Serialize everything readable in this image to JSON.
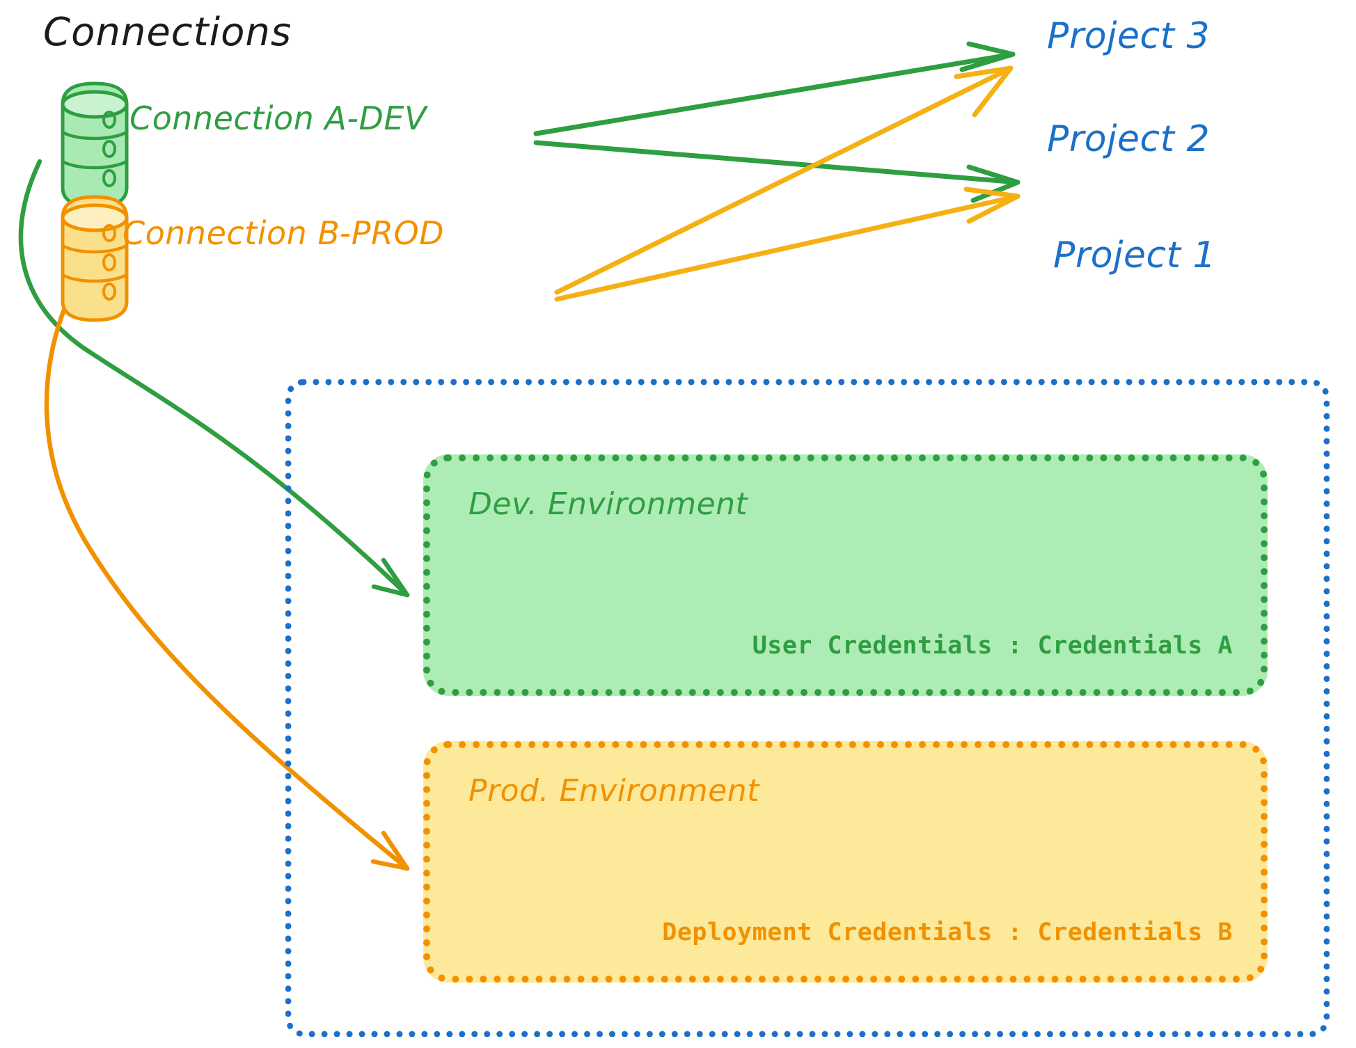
{
  "title": "Connections",
  "connections": [
    {
      "id": "connection-a-dev",
      "label": "Connection A-DEV",
      "color": "#2f9e41",
      "icon": "database-cylinder-icon",
      "fill": "#aeecb6"
    },
    {
      "id": "connection-b-prod",
      "label": "Connection B-PROD",
      "color": "#f29100",
      "icon": "database-cylinder-icon",
      "fill": "#fce99a"
    }
  ],
  "projects": [
    {
      "id": "project-3",
      "label": "Project 3",
      "color": "#1c70c8"
    },
    {
      "id": "project-2",
      "label": "Project 2",
      "color": "#1c70c8"
    },
    {
      "id": "project-1",
      "label": "Project 1",
      "color": "#1c70c8"
    }
  ],
  "project1_container": {
    "border_color": "#1c70c8",
    "border_style": "dotted"
  },
  "environments": [
    {
      "id": "dev-environment",
      "title": "Dev. Environment",
      "credentials_label": "User Credentials",
      "credentials_separator": ":",
      "credentials_value": "Credentials A",
      "credentials_line": "User Credentials : Credentials A",
      "fill": "#aeecb6",
      "border_color": "#2f9e41",
      "border_style": "dotted"
    },
    {
      "id": "prod-environment",
      "title": "Prod. Environment",
      "credentials_label": "Deployment Credentials",
      "credentials_separator": ":",
      "credentials_value": "Credentials B",
      "credentials_line": "Deployment Credentials : Credentials B",
      "fill": "#fce99a",
      "border_color": "#f29100",
      "border_style": "dotted"
    }
  ],
  "arrows": [
    {
      "id": "arrow-a-dev-to-project-3",
      "from": "Connection A-DEV",
      "to": "Project 3",
      "color": "#2f9e41"
    },
    {
      "id": "arrow-a-dev-to-project-2",
      "from": "Connection A-DEV",
      "to": "Project 2",
      "color": "#2f9e41"
    },
    {
      "id": "arrow-a-dev-to-dev-environment",
      "from": "Connection A-DEV",
      "to": "Dev. Environment",
      "color": "#2f9e41"
    },
    {
      "id": "arrow-b-prod-to-project-3",
      "from": "Connection B-PROD",
      "to": "Project 3",
      "color": "#f5b014"
    },
    {
      "id": "arrow-b-prod-to-project-2",
      "from": "Connection B-PROD",
      "to": "Project 2",
      "color": "#f5b014"
    },
    {
      "id": "arrow-b-prod-to-prod-environment",
      "from": "Connection B-PROD",
      "to": "Prod. Environment",
      "color": "#f29100"
    }
  ],
  "palette": {
    "green_stroke": "#2f9e41",
    "green_fill": "#aeecb6",
    "orange_stroke": "#f29100",
    "orange_fill": "#fce99a",
    "yellow_arrow": "#f5b014",
    "blue": "#1c70c8",
    "black": "#1b1b1b",
    "background": "#ffffff"
  }
}
